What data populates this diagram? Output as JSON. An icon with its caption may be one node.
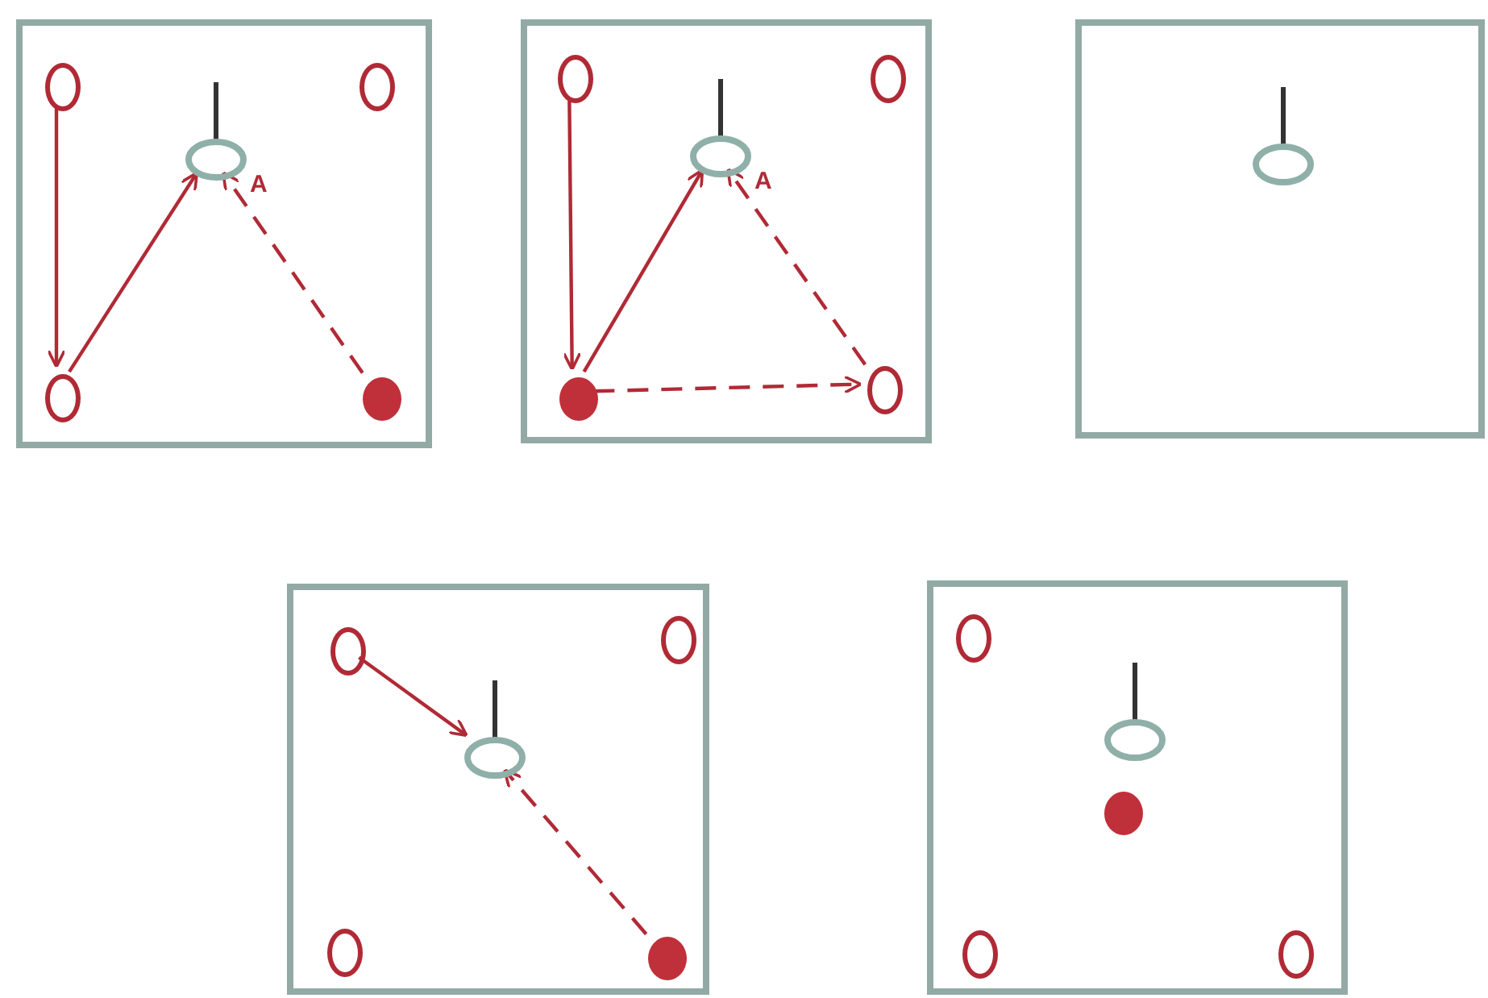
{
  "diagram": {
    "nodes": [
      {
        "text": [],
        "shape": "box"
      },
      {
        "text": [],
        "shape": "circle",
        "in": 0
      },
      {
        "text": [],
        "shape": "circle",
        "in": 0
      },
      {
        "text": [
          "A"
        ],
        "in": 0
      },
      {
        "text": [],
        "shape": "circle",
        "in": 0
      },
      {
        "text": [],
        "shape": "dot",
        "in": 0
      },
      {
        "text": [],
        "shape": "box"
      },
      {
        "text": [],
        "shape": "circle",
        "in": 6
      },
      {
        "text": [],
        "shape": "circle",
        "in": 6
      },
      {
        "text": [
          "A"
        ],
        "in": 6
      },
      {
        "text": [],
        "shape": "dot",
        "in": 6
      },
      {
        "text": [],
        "shape": "circle",
        "in": 6
      },
      {
        "text": [],
        "shape": "box"
      },
      {
        "text": [],
        "shape": "ring",
        "in": 12
      },
      {
        "text": [],
        "shape": "box"
      },
      {
        "text": [],
        "shape": "circle",
        "in": 14
      },
      {
        "text": [],
        "shape": "circle",
        "in": 14
      },
      {
        "text": [],
        "shape": "ring",
        "in": 14
      },
      {
        "text": [],
        "shape": "circle",
        "in": 14
      },
      {
        "text": [],
        "shape": "dot",
        "in": 14
      },
      {
        "text": [],
        "shape": "box"
      },
      {
        "text": [],
        "shape": "circle",
        "in": 20
      },
      {
        "text": [],
        "shape": "ring",
        "in": 20
      },
      {
        "text": [],
        "shape": "dot",
        "in": 20
      },
      {
        "text": [],
        "shape": "circle",
        "in": 20
      },
      {
        "text": [],
        "shape": "circle",
        "in": 20
      }
    ],
    "edges": [
      {
        "from": 1,
        "to": 4,
        "arrow": "to"
      },
      {
        "from": 4,
        "to": 3,
        "arrow": "to"
      },
      {
        "from": 5,
        "to": 3,
        "arrow": "to",
        "style": "dashed"
      },
      {
        "from": 7,
        "to": 10,
        "arrow": "to"
      },
      {
        "from": 10,
        "to": 9,
        "arrow": "to"
      },
      {
        "from": 10,
        "to": 11,
        "arrow": "to",
        "style": "dashed"
      },
      {
        "from": 11,
        "to": 9,
        "arrow": "to",
        "style": "dashed"
      },
      {
        "from": 15,
        "to": 17,
        "arrow": "to"
      },
      {
        "from": 19,
        "to": 17,
        "arrow": "to",
        "style": "dashed"
      }
    ]
  }
}
